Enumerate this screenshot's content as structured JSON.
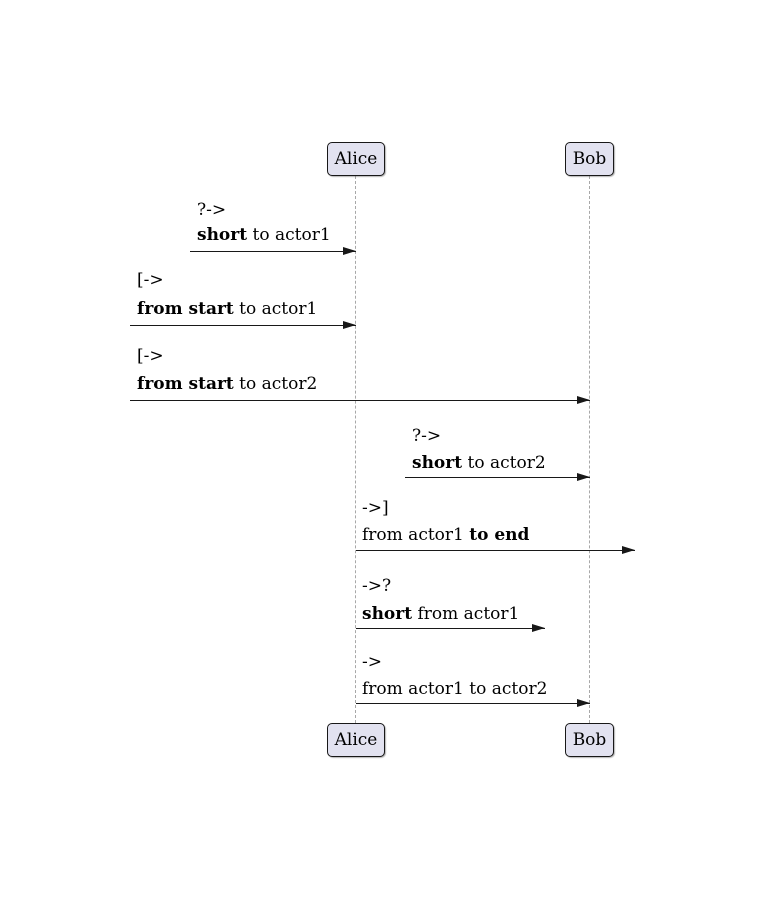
{
  "diagram": {
    "type": "sequence-diagram",
    "participants": [
      {
        "name": "Alice"
      },
      {
        "name": "Bob"
      }
    ],
    "colors": {
      "background": "#ffffff",
      "participant_fill": "#e2e2f0",
      "participant_border": "#181818",
      "lifeline": "#a8a8a8",
      "arrow": "#181818",
      "text": "#000000"
    },
    "messages": [
      {
        "op": "?->",
        "pre": "",
        "bold": "short",
        "post": " to actor1"
      },
      {
        "op": "[->",
        "pre": "",
        "bold": "from start",
        "post": " to actor1"
      },
      {
        "op": "[->",
        "pre": "",
        "bold": "from start",
        "post": " to actor2"
      },
      {
        "op": "?->",
        "pre": "",
        "bold": "short",
        "post": " to actor2"
      },
      {
        "op": "->]",
        "pre": "from actor1 ",
        "bold": "to end",
        "post": ""
      },
      {
        "op": "->?",
        "pre": "",
        "bold": "short",
        "post": " from actor1"
      },
      {
        "op": "->",
        "pre": "from actor1 to actor2",
        "bold": "",
        "post": ""
      }
    ]
  }
}
